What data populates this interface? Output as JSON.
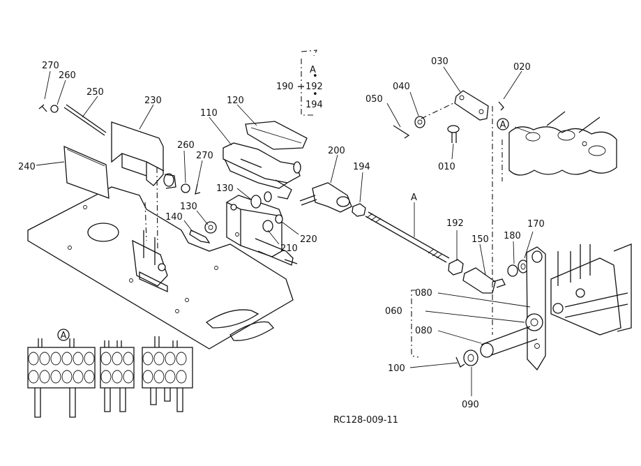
{
  "diagram": {
    "drawing_code": "RC128-009-11",
    "view_marker": "A",
    "detail_marker": "A",
    "inset_marker": "A",
    "bracket_group": {
      "code": "190",
      "items": [
        "A",
        "192",
        "194"
      ]
    },
    "callouts": [
      {
        "id": "c270a",
        "label": "270"
      },
      {
        "id": "c260a",
        "label": "260"
      },
      {
        "id": "c250",
        "label": "250"
      },
      {
        "id": "c230",
        "label": "230"
      },
      {
        "id": "c240",
        "label": "240"
      },
      {
        "id": "c260b",
        "label": "260"
      },
      {
        "id": "c270b",
        "label": "270"
      },
      {
        "id": "c110",
        "label": "110"
      },
      {
        "id": "c120",
        "label": "120"
      },
      {
        "id": "c130a",
        "label": "130"
      },
      {
        "id": "c130b",
        "label": "130"
      },
      {
        "id": "c140",
        "label": "140"
      },
      {
        "id": "c210",
        "label": "210"
      },
      {
        "id": "c220",
        "label": "220"
      },
      {
        "id": "c200",
        "label": "200"
      },
      {
        "id": "c194",
        "label": "194"
      },
      {
        "id": "cA",
        "label": "A"
      },
      {
        "id": "c192",
        "label": "192"
      },
      {
        "id": "c150",
        "label": "150"
      },
      {
        "id": "c180",
        "label": "180"
      },
      {
        "id": "c170",
        "label": "170"
      },
      {
        "id": "c080a",
        "label": "080"
      },
      {
        "id": "c060",
        "label": "060"
      },
      {
        "id": "c080b",
        "label": "080"
      },
      {
        "id": "c100",
        "label": "100"
      },
      {
        "id": "c090",
        "label": "090"
      },
      {
        "id": "c050",
        "label": "050"
      },
      {
        "id": "c040",
        "label": "040"
      },
      {
        "id": "c030",
        "label": "030"
      },
      {
        "id": "c020",
        "label": "020"
      },
      {
        "id": "c010",
        "label": "010"
      }
    ]
  }
}
